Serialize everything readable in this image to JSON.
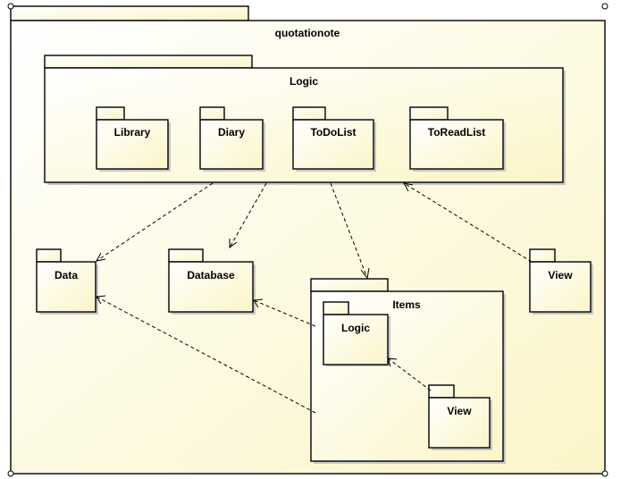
{
  "diagram": {
    "type": "uml-package-diagram",
    "colors": {
      "fill_light": "#ffffff",
      "fill_dark": "#fbf5c8",
      "stroke": "#000000"
    },
    "root": {
      "name": "quotationote"
    },
    "packages": {
      "logic": {
        "name": "Logic"
      },
      "library": {
        "name": "Library"
      },
      "diary": {
        "name": "Diary"
      },
      "todolist": {
        "name": "ToDoList"
      },
      "toreadlist": {
        "name": "ToReadList"
      },
      "data": {
        "name": "Data"
      },
      "database": {
        "name": "Database"
      },
      "items": {
        "name": "Items"
      },
      "items_logic": {
        "name": "Logic"
      },
      "items_view": {
        "name": "View"
      },
      "view": {
        "name": "View"
      }
    },
    "dependencies": [
      {
        "from": "Logic",
        "to": "Data"
      },
      {
        "from": "Logic",
        "to": "Database"
      },
      {
        "from": "Logic",
        "to": "Items"
      },
      {
        "from": "View",
        "to": "Logic"
      },
      {
        "from": "Items",
        "to": "Database"
      },
      {
        "from": "Items",
        "to": "Data"
      },
      {
        "from": "Items.View",
        "to": "Items.Logic"
      }
    ]
  }
}
